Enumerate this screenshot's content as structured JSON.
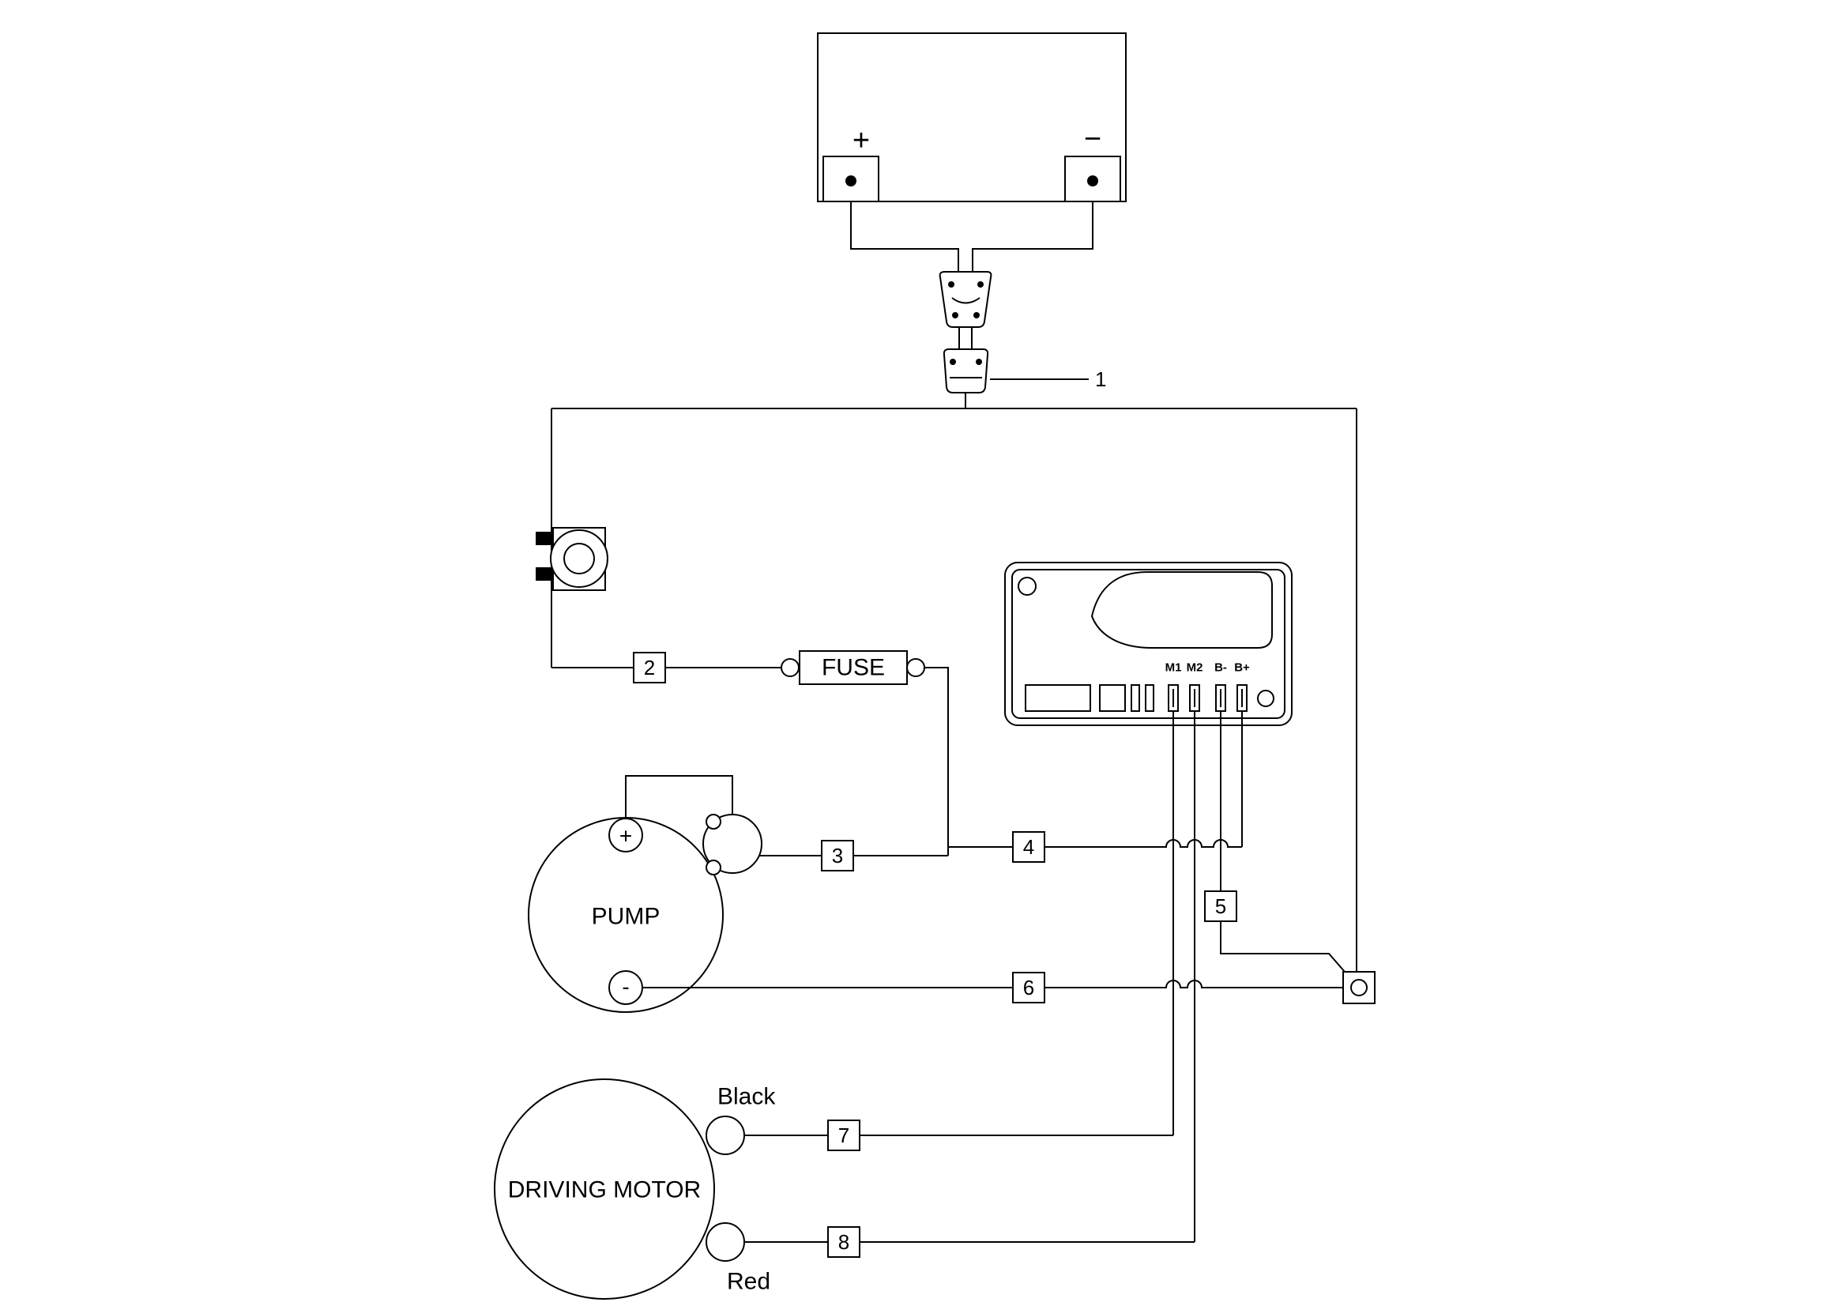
{
  "colors": {
    "line": "#000000",
    "background": "#ffffff"
  },
  "battery": {
    "plus_label": "+",
    "minus_label": "−"
  },
  "fuse_label": "FUSE",
  "pump": {
    "label": "PUMP",
    "plus_terminal": "+",
    "minus_terminal": "-"
  },
  "driving_motor": {
    "label": "DRIVING MOTOR",
    "black_terminal": "Black",
    "red_terminal": "Red"
  },
  "controller": {
    "terminal_labels": [
      "M1",
      "M2",
      "B-",
      "B+"
    ]
  },
  "wire_numbers": {
    "w1": "1",
    "w2": "2",
    "w3": "3",
    "w4": "4",
    "w5": "5",
    "w6": "6",
    "w7": "7",
    "w8": "8"
  }
}
